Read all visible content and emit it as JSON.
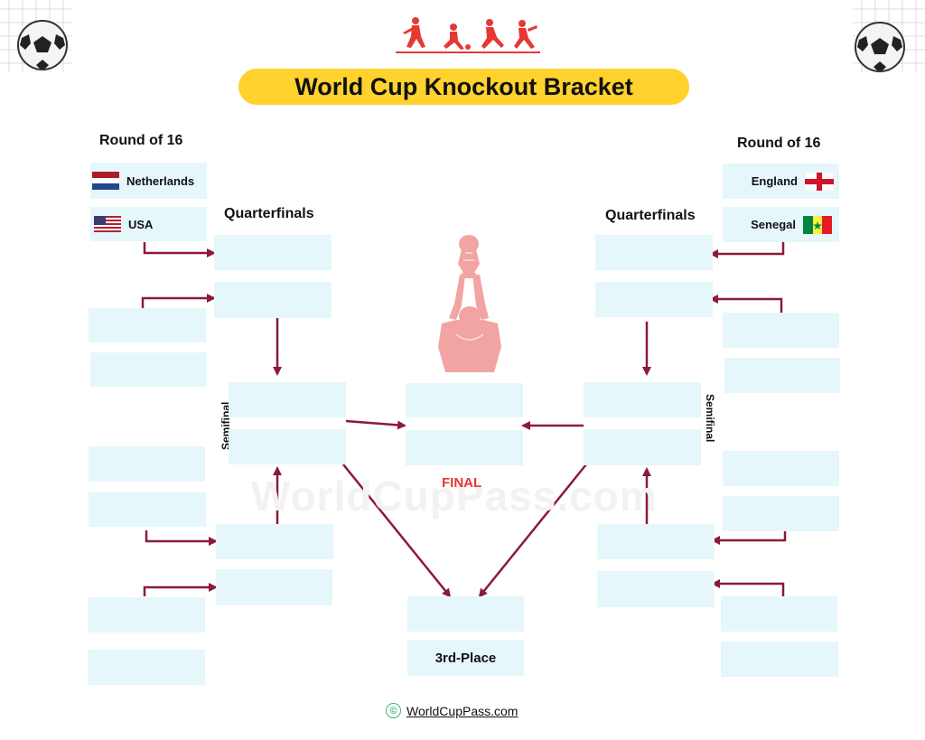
{
  "header": {
    "title": "World Cup Knockout Bracket"
  },
  "watermark": "WorldCupPass.com",
  "left": {
    "round_label": "Round of 16",
    "quarter_label": "Quarterfinals",
    "semi_label": "Semifinal",
    "teams": [
      "Netherlands",
      "USA"
    ]
  },
  "right": {
    "round_label": "Round of 16",
    "quarter_label": "Quarterfinals",
    "semi_label": "Semifinal",
    "teams": [
      "England",
      "Senegal"
    ]
  },
  "center": {
    "final_label": "FINAL",
    "third_place_label": "3rd-Place"
  },
  "footer": {
    "copyright_symbol": "©",
    "link_text": "WorldCupPass.com"
  },
  "colors": {
    "accent_yellow": "#ffd22e",
    "slot_fill": "#e6f7fb",
    "connector": "#8b1a3c",
    "final_red": "#e53935",
    "trophy_figure": "#f2a4a2"
  }
}
